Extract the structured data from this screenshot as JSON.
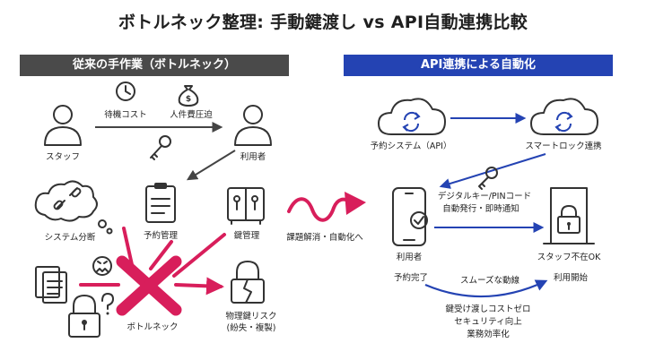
{
  "title": "ボトルネック整理: 手動鍵渡し vs API自動連携比較",
  "left_panel": {
    "heading": "従来の手作業（ボトルネック）",
    "staff": "スタッフ",
    "wait_cost": "待機コスト",
    "labor_cost": "人件費圧迫",
    "user": "利用者",
    "system_split": "システム分断",
    "reservation_mgmt": "予約管理",
    "key_mgmt": "鍵管理",
    "bottleneck": "ボトルネック",
    "physical_risk_line1": "物理鍵リスク",
    "physical_risk_line2": "(紛失・複製)"
  },
  "middle": {
    "transition": "課題解消・自動化へ"
  },
  "right_panel": {
    "heading": "API連携による自動化",
    "reservation_system": "予約システム（API）",
    "smart_lock": "スマートロック連携",
    "digital_key": "デジタルキー/PINコード",
    "auto_issue": "自動発行・即時通知",
    "user": "利用者",
    "staff_absent": "スタッフ不在OK",
    "booking_done": "予約完了",
    "smooth_flow": "スムーズな動線",
    "usage_start": "利用開始",
    "benefits": [
      "鍵受け渡しコストゼロ",
      "セキュリティ向上",
      "業務効率化"
    ]
  },
  "colors": {
    "left_banner": "#4a4a4a",
    "right_banner": "#2443b3",
    "bottleneck_red": "#d81e5b",
    "flow_blue": "#2443b3",
    "icon_dark": "#333333"
  }
}
